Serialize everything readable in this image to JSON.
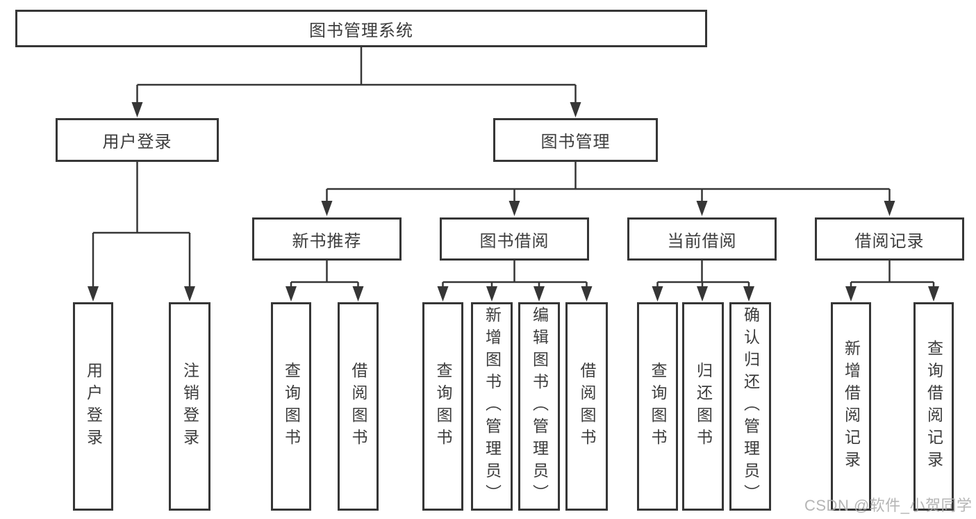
{
  "diagram": {
    "title": "图书管理系统",
    "colors": {
      "line": "#363636",
      "text": "#3c3c3c",
      "background": "#ffffff",
      "watermark": "#afafaf"
    },
    "tree": {
      "root": {
        "label": "图书管理系统"
      },
      "level2": [
        {
          "label": "用户登录"
        },
        {
          "label": "图书管理"
        }
      ],
      "level3": [
        {
          "label": "新书推荐"
        },
        {
          "label": "图书借阅"
        },
        {
          "label": "当前借阅"
        },
        {
          "label": "借阅记录"
        }
      ],
      "leaves": {
        "login": [
          "用户登录",
          "注销登录"
        ],
        "new_book": [
          "查询图书",
          "借阅图书"
        ],
        "borrow": [
          "查询图书",
          "新增图书（管理员）",
          "编辑图书（管理员）",
          "借阅图书"
        ],
        "current": [
          "查询图书",
          "归还图书",
          "确认归还（管理员）"
        ],
        "records": [
          "新增借阅记录",
          "查询借阅记录"
        ]
      }
    }
  },
  "watermark": "CSDN @软件_小贺同学"
}
